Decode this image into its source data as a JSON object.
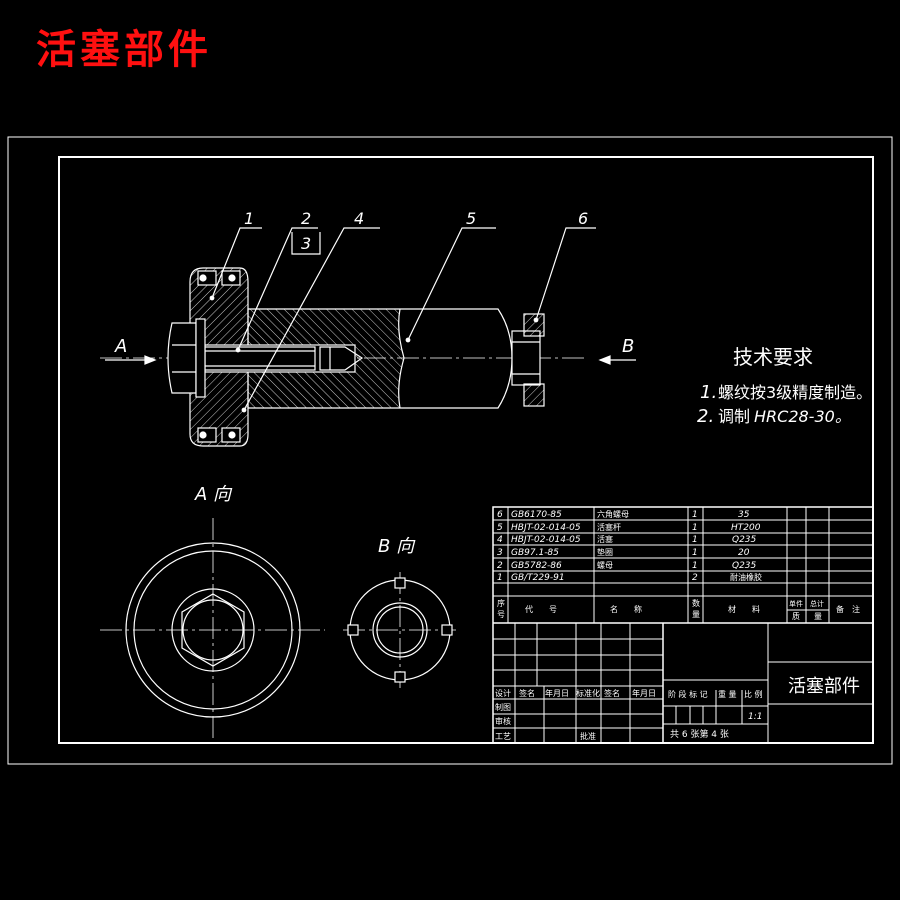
{
  "heading": "活塞部件",
  "leaders": [
    "1",
    "2",
    "3",
    "4",
    "5",
    "6"
  ],
  "arrows": {
    "a": "A",
    "b": "B"
  },
  "views": {
    "a_label": "A 向",
    "b_label": "B 向"
  },
  "tech": {
    "title": "技术要求",
    "line1_num": "1.",
    "line1_text": "螺纹按3级精度制造。",
    "line2_num": "2.",
    "line2_text": "调制",
    "line2_spec": "HRC28-30。"
  },
  "parts": [
    {
      "no": "6",
      "code": "GB6170-85",
      "name": "六角螺母",
      "qty": "1",
      "material": "35"
    },
    {
      "no": "5",
      "code": "HBJT-02-014-05",
      "name": "活塞杆",
      "qty": "1",
      "material": "HT200"
    },
    {
      "no": "4",
      "code": "HBJT-02-014-05",
      "name": "活塞",
      "qty": "1",
      "material": "Q235"
    },
    {
      "no": "3",
      "code": "GB97.1-85",
      "name": "垫圈",
      "qty": "1",
      "material": "20"
    },
    {
      "no": "2",
      "code": "GB5782-86",
      "name": "螺母",
      "qty": "1",
      "material": "Q235"
    },
    {
      "no": "1",
      "code": "GB/T229-91",
      "name": "",
      "qty": "2",
      "material": "耐油橡胶"
    }
  ],
  "header_row": {
    "no_a": "序",
    "no_b": "号",
    "code": "代　　号",
    "name": "名　　称",
    "qty_a": "数",
    "qty_b": "量",
    "material": "材　　料",
    "unit_a": "单件",
    "unit_b": "质",
    "total_a": "总计",
    "total_b": "量",
    "remark": "备　注"
  },
  "title_block": {
    "design": "设计",
    "sig": "签名",
    "date": "年月日",
    "std": "标准化",
    "sig2": "签名",
    "date2": "年月日",
    "draw": "制图",
    "check": "审核",
    "process": "工艺",
    "approve": "批准",
    "stage": "阶 段 标 记",
    "weight": "重 量",
    "scale": "比 例",
    "scale_val": "1:1",
    "sheets": "共 6 张第 4 张",
    "title": "活塞部件"
  }
}
